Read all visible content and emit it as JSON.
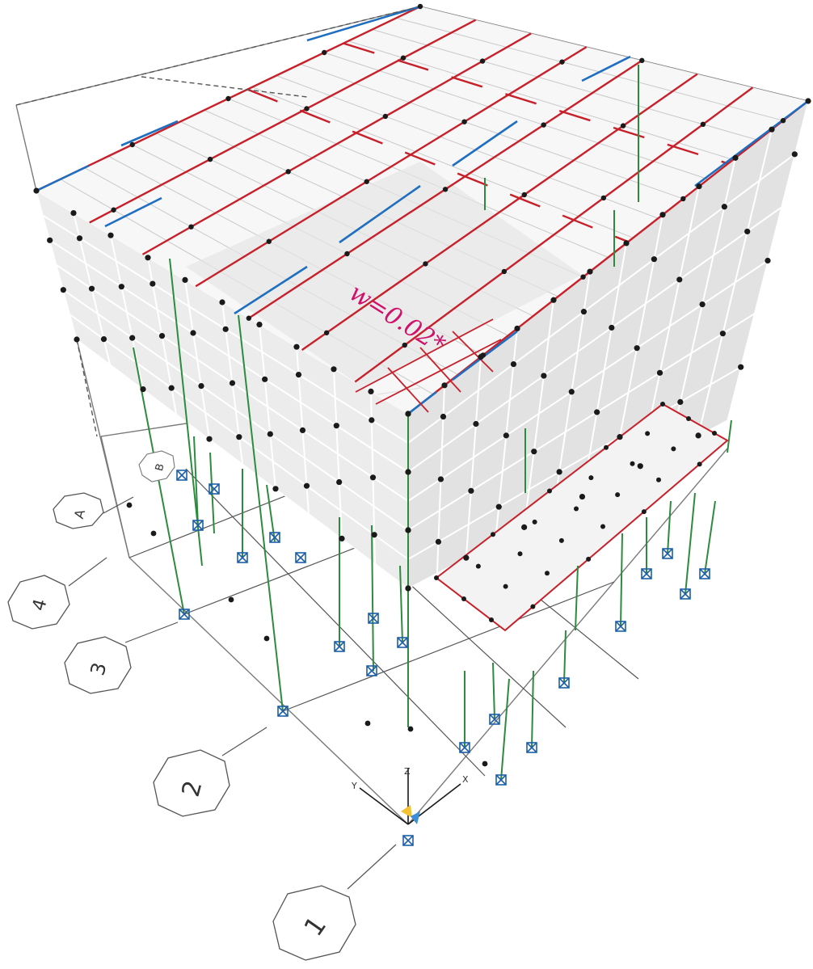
{
  "colors": {
    "background": "#ffffff",
    "wall_panel": "#ececec",
    "wall_shadow": "#d6d6d6",
    "panel_mesh": "#ffffff",
    "beam_red": "#c8202a",
    "edge_blue": "#1f6fc0",
    "column_green": "#2e8b3e",
    "support_blue": "#1c5fa8",
    "node_black": "#1a1a1a",
    "outline_gray": "#7a7a7a",
    "annotation_magenta": "#d0106a"
  },
  "gridline_bubbles": [
    {
      "id": "bubble-A-upper",
      "label": "A"
    },
    {
      "id": "bubble-4",
      "label": "4"
    },
    {
      "id": "bubble-3",
      "label": "3"
    },
    {
      "id": "bubble-2",
      "label": "2"
    },
    {
      "id": "bubble-1",
      "label": "1"
    },
    {
      "id": "bubble-B",
      "label": "B"
    }
  ],
  "annotation": {
    "text": "w=0.02*"
  },
  "axis_triad": {
    "x": "X",
    "y": "Y",
    "z": "Z"
  },
  "icons": [
    "support-icon",
    "node-icon",
    "axis-triad-icon",
    "gridline-bubble-icon"
  ]
}
